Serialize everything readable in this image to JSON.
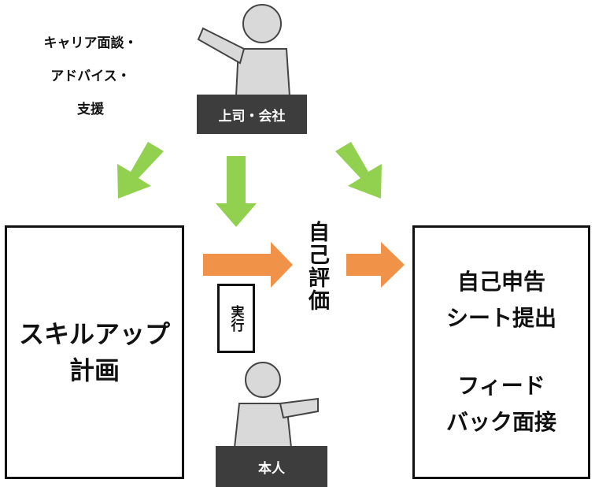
{
  "support_text": "キャリア面談・\nアドバイス・\n支援",
  "boss_label": "上司・会社",
  "self_label": "本人",
  "left_box": "スキルアップ\n計画",
  "exec_label": "実行",
  "eval_label": "自己評価",
  "right_box": {
    "group1": "自己申告\nシート提出",
    "group2": "フィード\nバック面接"
  },
  "colors": {
    "green": "#92d050",
    "orange": "#f09247",
    "figure": "#d9d9d9",
    "label_bg": "#3d3d3d"
  }
}
